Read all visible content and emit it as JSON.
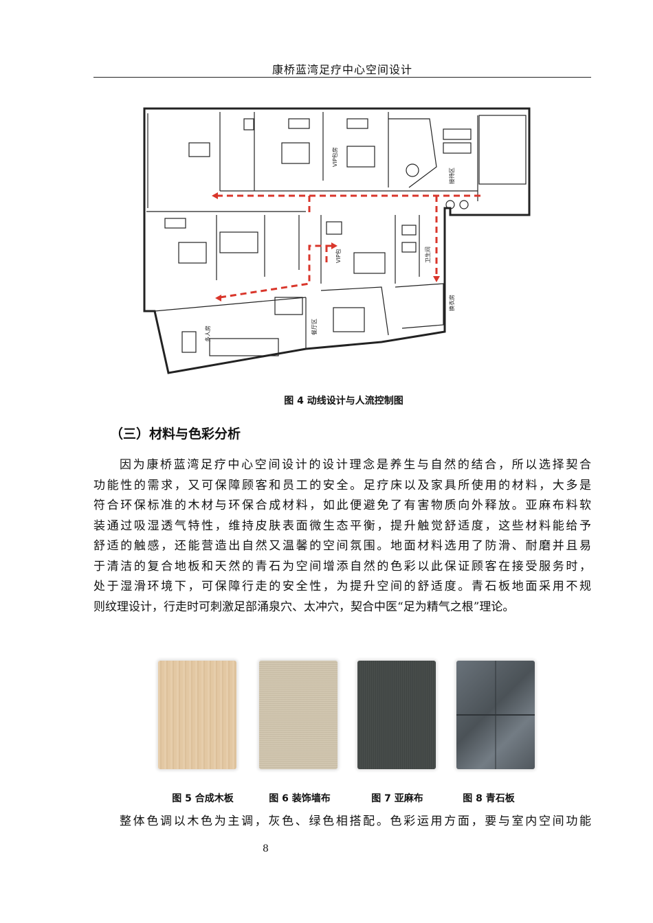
{
  "header": {
    "title": "康桥蓝湾足疗中心空间设计"
  },
  "floor_plan": {
    "labels": [
      "接待区",
      "VIP包房",
      "VIP包",
      "卫生间",
      "换衣房",
      "餐厅区",
      "多人房"
    ]
  },
  "figure4": {
    "caption": "图 4 动线设计与人流控制图"
  },
  "section": {
    "title": "（三）材料与色彩分析"
  },
  "paragraph1": {
    "lines": [
      "因为康桥蓝湾足疗中心空间设计的设计理念是养生与自然的结合，所以选择契合",
      "功能性的需求，又可保障顾客和员工的安全。足疗床以及家具所使用的材料，大多是",
      "符合环保标准的木材与环保合成材料，如此便避免了有害物质向外释放。亚麻布料软",
      "装通过吸湿透气特性，维持皮肤表面微生态平衡，提升触觉舒适度，这些材料能给予",
      "舒适的触感，还能营造出自然又温馨的空间氛围。地面材料选用了防滑、耐磨并且易",
      "于清洁的复合地板和天然的青石为空间增添自然的色彩以此保证顾客在接受服务时，",
      "处于湿滑环境下，可保障行走的安全性，为提升空间的舒适度。青石板地面采用不规",
      "则纹理设计，行走时可刺激足部涌泉穴、太冲穴，契合中医“足为精气之根”理论。"
    ]
  },
  "materials": [
    {
      "caption": "图 5 合成木板",
      "color": "#e2c7a4"
    },
    {
      "caption": "图 6 装饰墙布",
      "color": "#e6e0d3"
    },
    {
      "caption": "图 7 亚麻布",
      "color": "#474c4a"
    },
    {
      "caption": "图 8 青石板",
      "color": "#596066"
    }
  ],
  "paragraph2": {
    "text": "整体色调以木色为主调，灰色、绿色相搭配。色彩运用方面，要与室内空间功能"
  },
  "page": {
    "number": "8"
  }
}
